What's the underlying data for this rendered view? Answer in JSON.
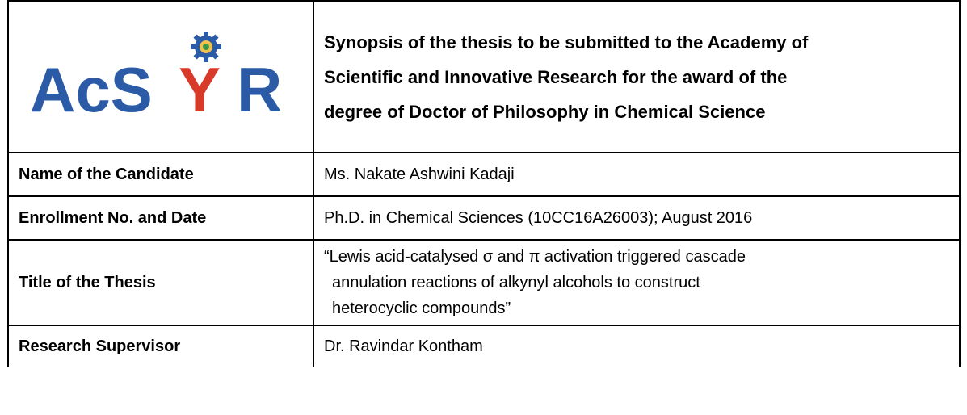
{
  "logo": {
    "text_before": "AcS",
    "text_y": "Y",
    "text_after": "R",
    "primary_color": "#2b5aa6",
    "accent_color": "#d83a2a",
    "emblem": "gear-emblem-icon"
  },
  "heading": {
    "line1": "Synopsis of the thesis to be submitted to the Academy of",
    "line2": "Scientific and Innovative Research for the award of the",
    "line3": "degree of Doctor of Philosophy in Chemical Science"
  },
  "rows": {
    "candidate": {
      "label": "Name of the Candidate",
      "value": "Ms. Nakate Ashwini Kadaji"
    },
    "enrollment": {
      "label": "Enrollment No. and Date",
      "value": "Ph.D. in Chemical Sciences (10CC16A26003); August 2016"
    },
    "title": {
      "label": "Title of the Thesis",
      "line1": "“Lewis acid-catalysed σ and π activation triggered cascade",
      "line2": "annulation reactions of alkynyl alcohols to construct",
      "line3": "heterocyclic compounds”"
    },
    "supervisor": {
      "label": "Research Supervisor",
      "value": "Dr. Ravindar Kontham"
    }
  }
}
